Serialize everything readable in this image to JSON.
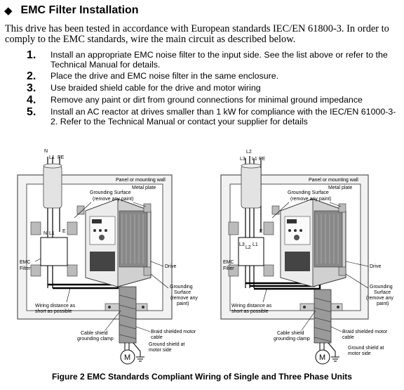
{
  "heading": {
    "bullet": "◆",
    "title": "EMC Filter Installation"
  },
  "intro": "This drive has been tested in accordance with European standards IEC/EN 61800-3. In order to comply to the EMC standards, wire the main circuit as described below.",
  "steps": [
    {
      "num": "1.",
      "text": "Install an appropriate EMC noise filter to the input side. See the list above or refer to the Technical Manual for details."
    },
    {
      "num": "2.",
      "text": "Place the drive and EMC noise filter in the same enclosure."
    },
    {
      "num": "3.",
      "text": "Use braided shield cable for the drive and motor wiring"
    },
    {
      "num": "4.",
      "text": "Remove any paint or dirt from ground connections for minimal ground impedance"
    },
    {
      "num": "5.",
      "text": "Install an AC reactor at drives smaller than 1 kW for compliance with the IEC/EN 61000-3-2. Refer to the Technical Manual or contact your supplier for details"
    }
  ],
  "left_figure": {
    "wires_top": [
      "N",
      "L1",
      "PE"
    ],
    "panel": "Panel or mounting wall",
    "plate": "Metal plate",
    "grounding_surface": [
      "Grounding Surface",
      "(remove any paint)"
    ],
    "filter_terms": [
      "N",
      "L1",
      "E"
    ],
    "filter": [
      "EMC",
      "Filter"
    ],
    "drive": "Drive",
    "grounding_surface_right": [
      "Grounding",
      "Surface",
      "(remove any",
      "paint)"
    ],
    "wiring_distance": [
      "Wiring distance as",
      "short as possible"
    ],
    "clamp": [
      "Cable shield",
      "grounding clamp"
    ],
    "braid": [
      "Braid shielded motor",
      "cable"
    ],
    "ground_motor": [
      "Ground shield at",
      "motor side"
    ],
    "motor": "M"
  },
  "right_figure": {
    "wires_top": [
      "L2",
      "L3",
      "L1",
      "PE"
    ],
    "panel": "Panel or mounting wall",
    "plate": "Metal plate",
    "grounding_surface": [
      "Grounding Surface",
      "(remove any paint)"
    ],
    "filter_terms": [
      "L3",
      "L2",
      "L1",
      "E"
    ],
    "filter": [
      "EMC",
      "Filter"
    ],
    "drive": "Drive",
    "grounding_surface_right": [
      "Grounding",
      "Surface",
      "(remove any",
      "paint)"
    ],
    "wiring_distance": [
      "Wiring distance as",
      "short as possible"
    ],
    "clamp": [
      "Cable shield",
      "grounding clamp"
    ],
    "braid": [
      "Braid shielded motor",
      "cable"
    ],
    "ground_motor": [
      "Ground shield at",
      "motor side"
    ],
    "motor": "M"
  },
  "caption": "Figure 2  EMC Standards Compliant Wiring of Single and Three Phase Units"
}
